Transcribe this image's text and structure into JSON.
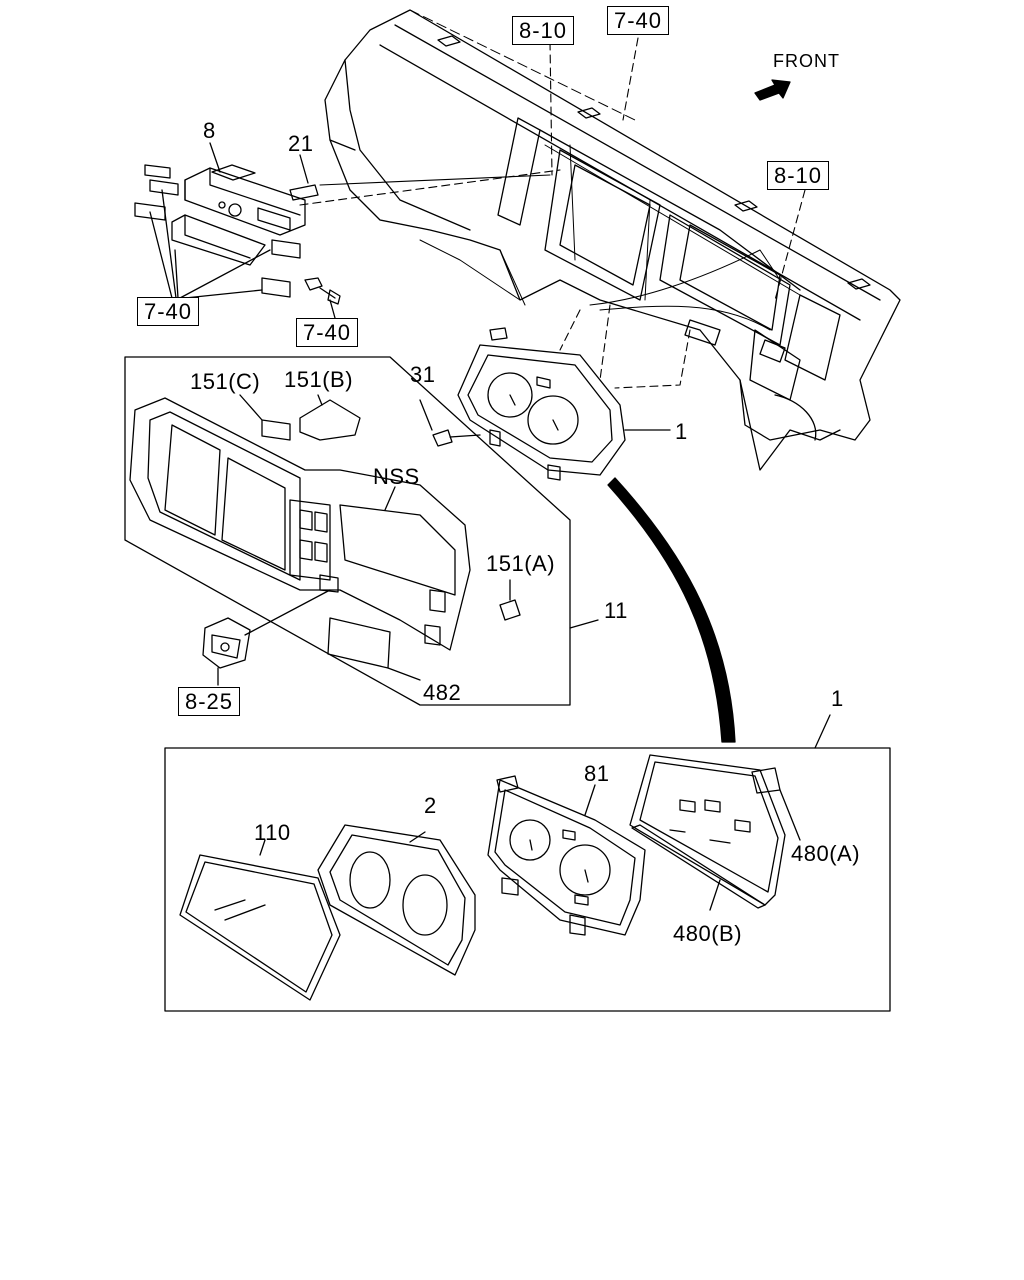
{
  "refs": {
    "r_7_40_top": "7-40",
    "r_8_10_top": "8-10",
    "r_8_10_right": "8-10",
    "r_7_40_left": "7-40",
    "r_7_40_mid": "7-40",
    "r_8_25": "8-25"
  },
  "direction": "FRONT",
  "parts": {
    "p8": "8",
    "p21": "21",
    "p31": "31",
    "p1_top": "1",
    "p151c": "151(C)",
    "p151b": "151(B)",
    "nss": "NSS",
    "p151a": "151(A)",
    "p11": "11",
    "p482": "482",
    "p1_box": "1",
    "p81": "81",
    "p2": "2",
    "p110": "110",
    "p480a": "480(A)",
    "p480b": "480(B)"
  }
}
